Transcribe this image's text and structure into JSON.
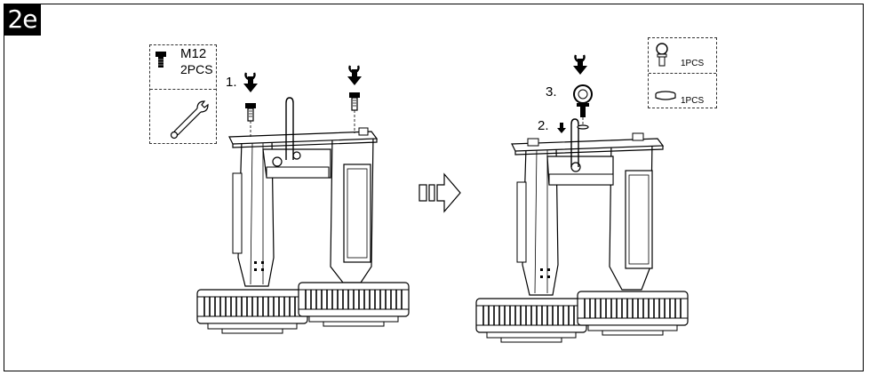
{
  "step_badge": "2e",
  "left_parts": {
    "bolt_spec": "M12",
    "bolt_qty": "2PCS"
  },
  "right_parts": {
    "eye_bolt_qty": "1PCS",
    "washer_qty": "1PCS"
  },
  "steps": {
    "step1": "1.",
    "step2": "2.",
    "step3": "3."
  },
  "icons": [
    "bolt-icon",
    "wrench-icon",
    "rotate-arrow-icon",
    "down-arrow-icon",
    "eye-bolt-icon",
    "washer-icon",
    "next-arrow-icon"
  ]
}
